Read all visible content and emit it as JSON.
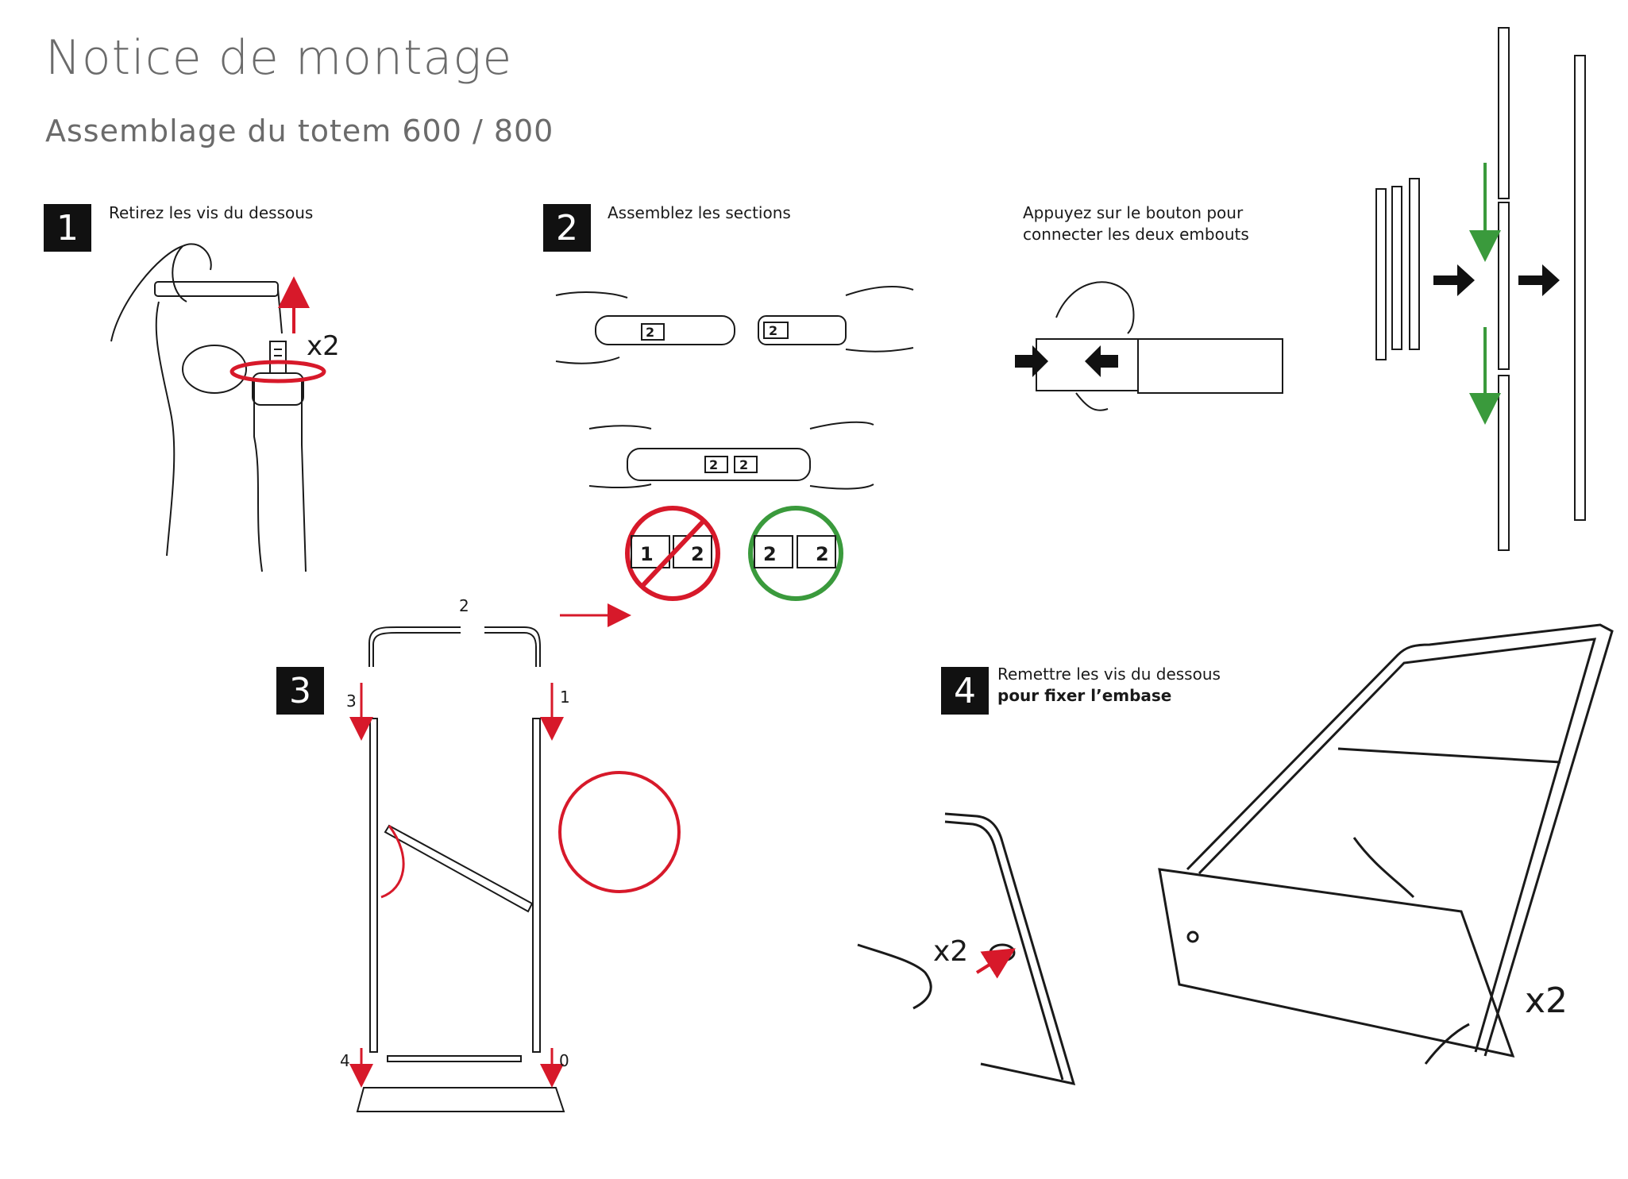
{
  "header": {
    "title": "Notice de montage",
    "subtitle": "Assemblage du totem 600 / 800"
  },
  "steps": [
    {
      "number": "1",
      "label": "Retirez les vis du dessous",
      "callout": "x2"
    },
    {
      "number": "2",
      "label": "Assemblez les sections",
      "button_note_line1": "Appuyez sur le bouton pour",
      "button_note_line2": "connecter les deux embouts",
      "wrong_labels": [
        "1",
        "2"
      ],
      "right_labels": [
        "2",
        "2"
      ],
      "section_tag": "2"
    },
    {
      "number": "3",
      "order_labels": [
        "2",
        "3",
        "1",
        "4",
        "0"
      ]
    },
    {
      "number": "4",
      "label_line1": "Remettre les vis du dessous",
      "label_line2": "pour fixer l’embase",
      "callout_left": "x2",
      "callout_right": "x2"
    }
  ],
  "colors": {
    "accent_red": "#d7192a",
    "accent_green": "#3a9a3c",
    "line": "#1a1a1a",
    "title_gray": "#6b6b6b"
  }
}
